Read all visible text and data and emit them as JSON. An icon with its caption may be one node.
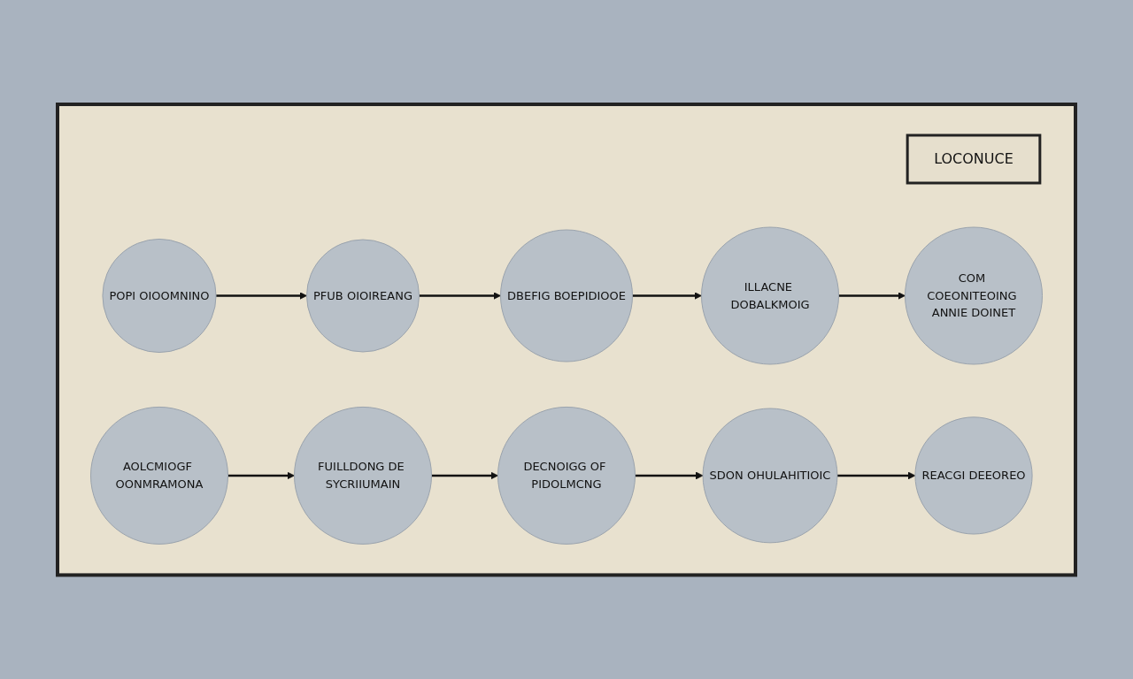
{
  "diagram": {
    "nodes": [
      {
        "text": [],
        "shape": "box"
      },
      {
        "text": [
          "LOCONUCE"
        ],
        "in": 0
      },
      {
        "text": [
          "POPI OIOOMNINO"
        ],
        "in": 0
      },
      {
        "text": [
          "PFUB OIOIREANG"
        ],
        "in": 0
      },
      {
        "text": [
          "DBEFIG BOEPIDIOOE"
        ],
        "in": 0
      },
      {
        "text": [
          "ILLACNE DOBALKMOIG"
        ],
        "in": 0
      },
      {
        "text": [
          "COM COEONITEOING ANNIE DOINET"
        ],
        "in": 0
      },
      {
        "text": [
          "AOLCMIOGF OONMRAMONA"
        ],
        "in": 0
      },
      {
        "text": [
          "FUILLDONG DE SYCRIIUMAIN"
        ],
        "in": 0
      },
      {
        "text": [
          "DECNOIGG OF PIDOLMCNG"
        ],
        "in": 0
      },
      {
        "text": [
          "SDON OHULAHITIOIC"
        ],
        "in": 0
      },
      {
        "text": [
          "REACGI DEEOREO"
        ],
        "in": 0
      }
    ],
    "edges": [
      {
        "from": 2,
        "to": 3,
        "arrow": "to"
      },
      {
        "from": 3,
        "to": 4,
        "arrow": "to"
      },
      {
        "from": 4,
        "to": 5,
        "arrow": "to"
      },
      {
        "from": 5,
        "to": 6,
        "arrow": "to"
      },
      {
        "from": 7,
        "to": 8,
        "arrow": "to"
      },
      {
        "from": 8,
        "to": 9,
        "arrow": "to"
      },
      {
        "from": 9,
        "to": 10,
        "arrow": "to"
      },
      {
        "from": 10,
        "to": 11,
        "arrow": "to"
      }
    ]
  }
}
